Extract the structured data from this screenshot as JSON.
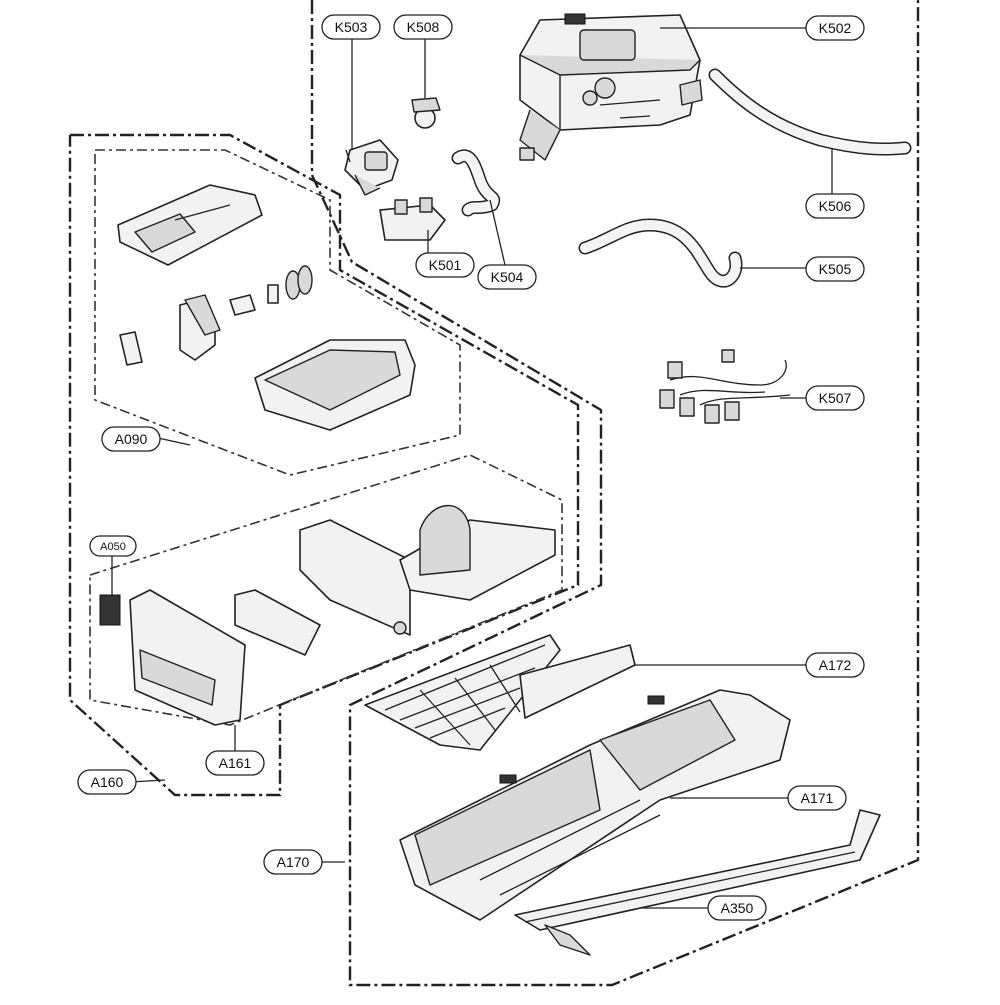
{
  "labels": {
    "K503": "K503",
    "K508": "K508",
    "K502": "K502",
    "K506": "K506",
    "K501": "K501",
    "K504": "K504",
    "K505": "K505",
    "K507": "K507",
    "A090": "A090",
    "A050": "A050",
    "A172": "A172",
    "A171": "A171",
    "A161": "A161",
    "A160": "A160",
    "A170": "A170",
    "A350": "A350"
  }
}
